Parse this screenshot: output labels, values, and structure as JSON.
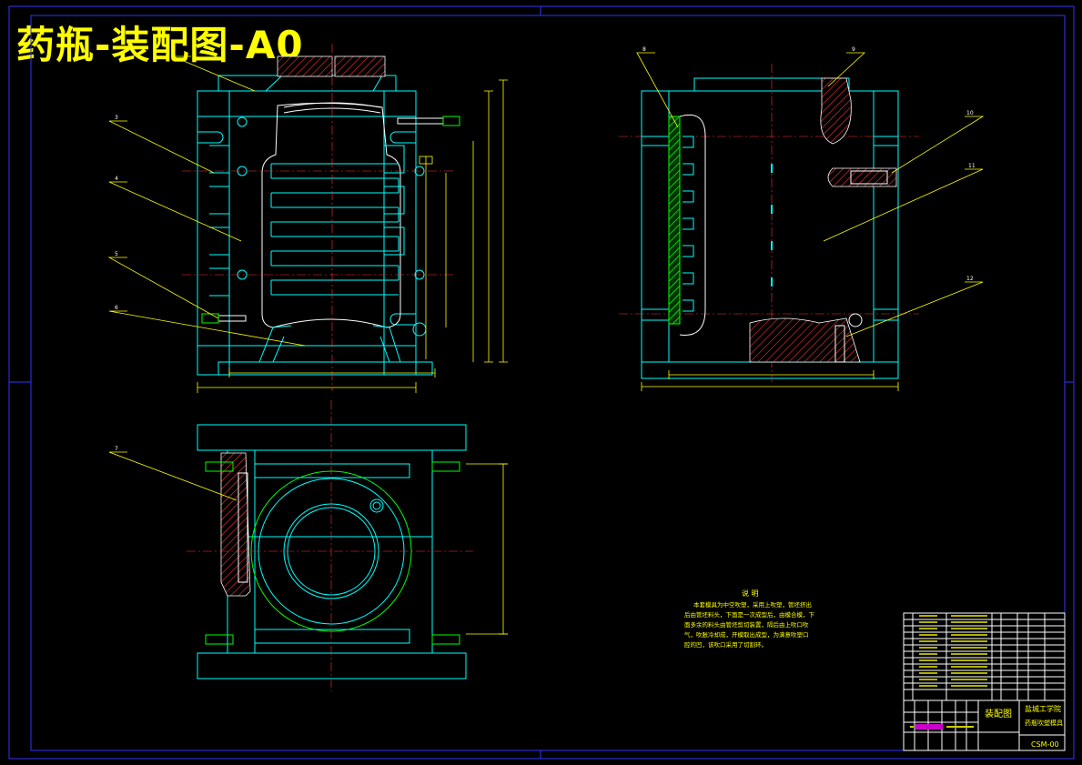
{
  "title": "药瓶-装配图-A0",
  "part_labels": [
    "3",
    "4",
    "5",
    "6",
    "7",
    "8",
    "9",
    "10",
    "11",
    "12"
  ],
  "notes": {
    "heading": "说 明",
    "lines": [
      "本套模具为中空吹塑，采用上吹塑，管坯挤出",
      "后由管坯料头，下面是一次成型后，由模合模，下",
      "面多余的料头由管坯剪切装置，隔后由上吹口吹",
      "气，吹胀冷却成，开模取出成型，为满意吹塑口",
      "腔的凹，该吹口采用了切割环。"
    ]
  },
  "title_block": {
    "drawing_name": "装配图",
    "school": "盐城工学院",
    "subtitle": "药瓶吹塑模具",
    "code": "CSM-00"
  },
  "colors": {
    "outline": "#00ffff",
    "leader": "#ffff00",
    "centerline": "#ff3333",
    "frame": "#3333ff",
    "title": "#ffff00"
  }
}
